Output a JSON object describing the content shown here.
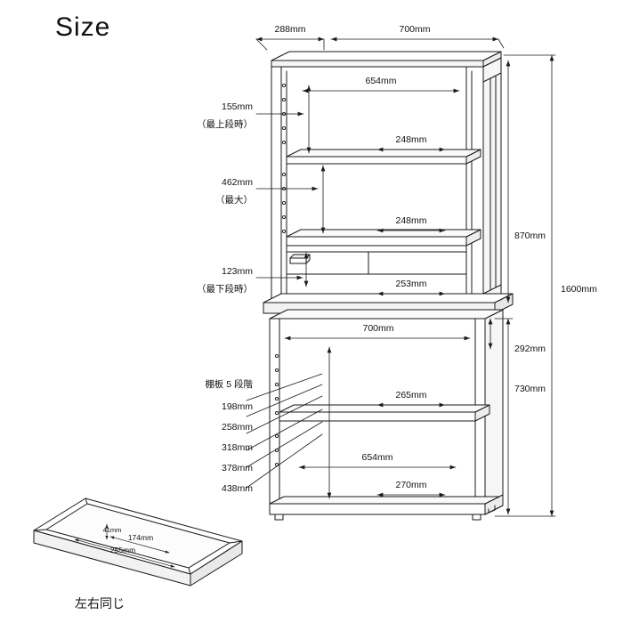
{
  "title": "Size",
  "bottom_caption": "左右同じ",
  "labels": {
    "top_depth": "288mm",
    "top_width": "700mm",
    "inner_width_upper": "654mm",
    "upper_shelf_top_gap": "155mm",
    "upper_shelf_top_gap_note": "（最上段時）",
    "max_height": "462mm",
    "max_height_note": "（最大）",
    "min_height": "123mm",
    "min_height_note": "（最下段時）",
    "shelf_gap_1": "248mm",
    "shelf_gap_2": "248mm",
    "drawer_gap": "253mm",
    "upper_total_height": "870mm",
    "total_height": "1600mm",
    "lower_width": "700mm",
    "lower_depth": "292mm",
    "lower_total_height": "730mm",
    "lower_shelf_gap": "265mm",
    "lower_inner_width": "654mm",
    "lower_bottom_gap": "270mm",
    "shelf_steps_title": "棚板 5 段階",
    "shelf_steps": [
      "198mm",
      "258mm",
      "318mm",
      "378mm",
      "438mm"
    ],
    "drawer_height": "41mm",
    "drawer_inner_width": "174mm",
    "drawer_width": "255mm"
  },
  "colors": {
    "line": "#1a1a1a",
    "fill": "#ffffff",
    "shade": "#f2f2f2",
    "background": "#ffffff"
  }
}
